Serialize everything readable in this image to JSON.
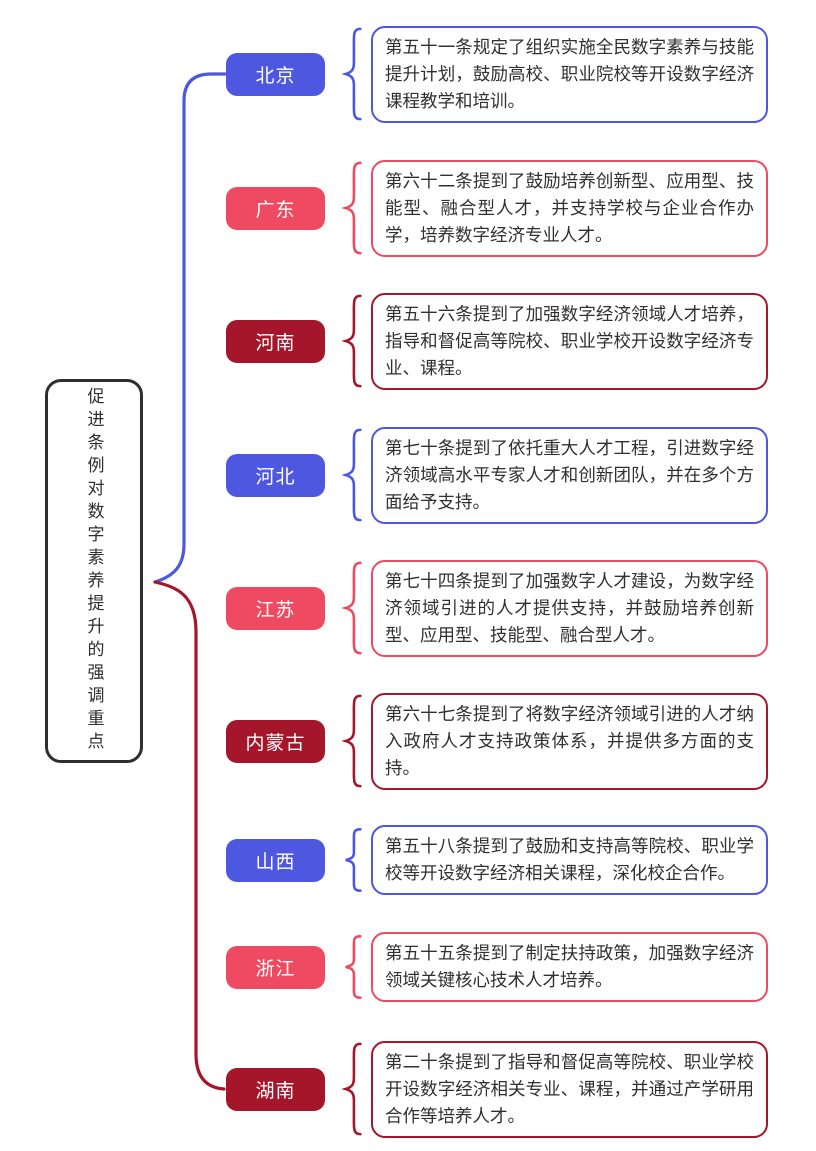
{
  "root": {
    "label": "促进条例对数字素养提升的强调重点"
  },
  "colors": {
    "blue": "#4d57e0",
    "pink": "#ee4a62",
    "dark_red": "#a5162b",
    "root_border": "#2e2e2e",
    "body_text": "#303030"
  },
  "branches": [
    {
      "label": "北京",
      "color": "blue",
      "text": "第五十一条规定了组织实施全民数字素养与技能提升计划，鼓励高校、职业院校等开设数字经济课程教学和培训。"
    },
    {
      "label": "广东",
      "color": "pink",
      "text": "第六十二条提到了鼓励培养创新型、应用型、技能型、融合型人才，并支持学校与企业合作办学，培养数字经济专业人才。"
    },
    {
      "label": "河南",
      "color": "dark_red",
      "text": "第五十六条提到了加强数字经济领域人才培养，指导和督促高等院校、职业学校开设数字经济专业、课程。"
    },
    {
      "label": "河北",
      "color": "blue",
      "text": "第七十条提到了依托重大人才工程，引进数字经济领域高水平专家人才和创新团队，并在多个方面给予支持。"
    },
    {
      "label": "江苏",
      "color": "pink",
      "text": "第七十四条提到了加强数字人才建设，为数字经济领域引进的人才提供支持，并鼓励培养创新型、应用型、技能型、融合型人才。"
    },
    {
      "label": "内蒙古",
      "color": "dark_red",
      "text": "第六十七条提到了将数字经济领域引进的人才纳入政府人才支持政策体系，并提供多方面的支持。"
    },
    {
      "label": "山西",
      "color": "blue",
      "text": "第五十八条提到了鼓励和支持高等院校、职业学校等开设数字经济相关课程，深化校企合作。"
    },
    {
      "label": "浙江",
      "color": "pink",
      "text": "第五十五条提到了制定扶持政策，加强数字经济领域关键核心技术人才培养。"
    },
    {
      "label": "湖南",
      "color": "dark_red",
      "text": "第二十条提到了指导和督促高等院校、职业学校开设数字经济相关专业、课程，并通过产学研用合作等培养人才。"
    }
  ]
}
